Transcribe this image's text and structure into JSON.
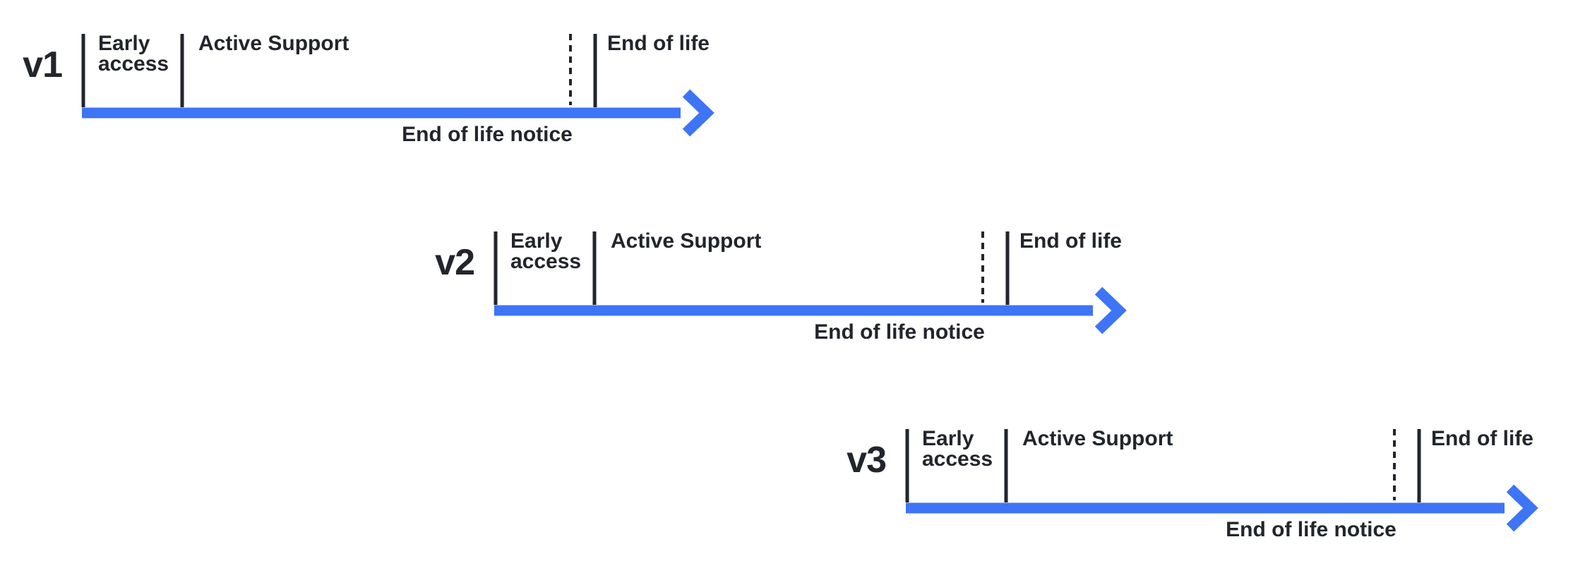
{
  "colors": {
    "accent": "#3E74F6",
    "ink": "#22252C",
    "background": "#FFFFFF"
  },
  "timelines": [
    {
      "version": "v1",
      "phases": {
        "early_access": "Early access",
        "active_support": "Active Support",
        "end_of_life": "End of life"
      },
      "notice": "End of life notice"
    },
    {
      "version": "v2",
      "phases": {
        "early_access": "Early access",
        "active_support": "Active Support",
        "end_of_life": "End of life"
      },
      "notice": "End of life notice"
    },
    {
      "version": "v3",
      "phases": {
        "early_access": "Early access",
        "active_support": "Active Support",
        "end_of_life": "End of life"
      },
      "notice": "End of life notice"
    }
  ]
}
